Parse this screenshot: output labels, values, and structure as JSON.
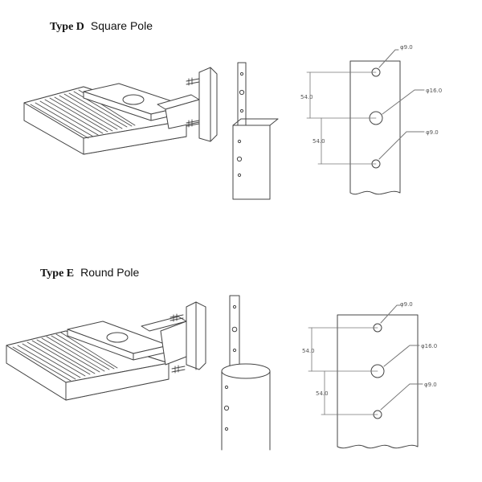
{
  "sections": {
    "d": {
      "type_label": "Type D",
      "pole_label": "Square Pole",
      "hole_top": "φ9.0",
      "hole_center": "φ16.0",
      "hole_bottom": "φ9.0",
      "dim_upper": "54.0",
      "dim_lower": "54.0"
    },
    "e": {
      "type_label": "Type E",
      "pole_label": "Round Pole",
      "hole_top": "φ9.0",
      "hole_center": "φ16.0",
      "hole_bottom": "φ9.0",
      "dim_upper": "54.0",
      "dim_lower": "54.0"
    }
  },
  "colors": {
    "line": "#444444",
    "light_line": "#777777",
    "fill": "#ffffff"
  }
}
